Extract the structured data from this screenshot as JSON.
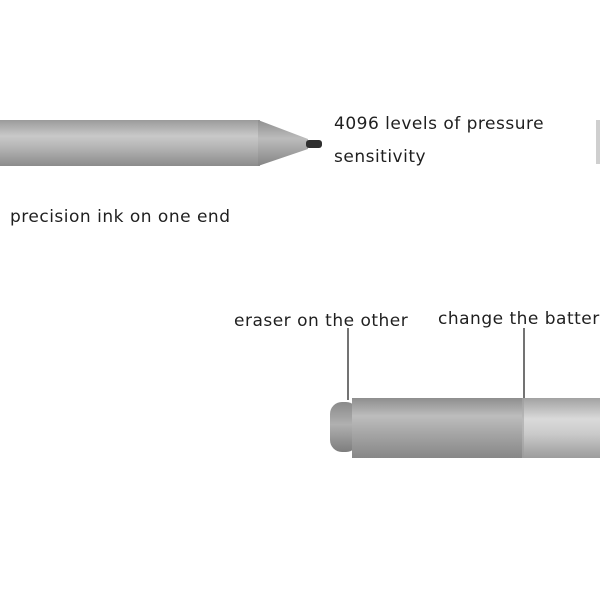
{
  "annotations": {
    "pressure_line1": "4096 levels of pressure",
    "pressure_line2": "sensitivity",
    "precision": "precision ink on one end",
    "eraser": "eraser on the other",
    "battery": "change the battery"
  },
  "colors": {
    "pen_body": "#b2b2b2",
    "pen_highlight": "#d3d3d3",
    "pen_shadow": "#8e8e8e",
    "tip": "#3a3a3a",
    "leader_line": "#555555",
    "text": "#1f1f1f"
  }
}
